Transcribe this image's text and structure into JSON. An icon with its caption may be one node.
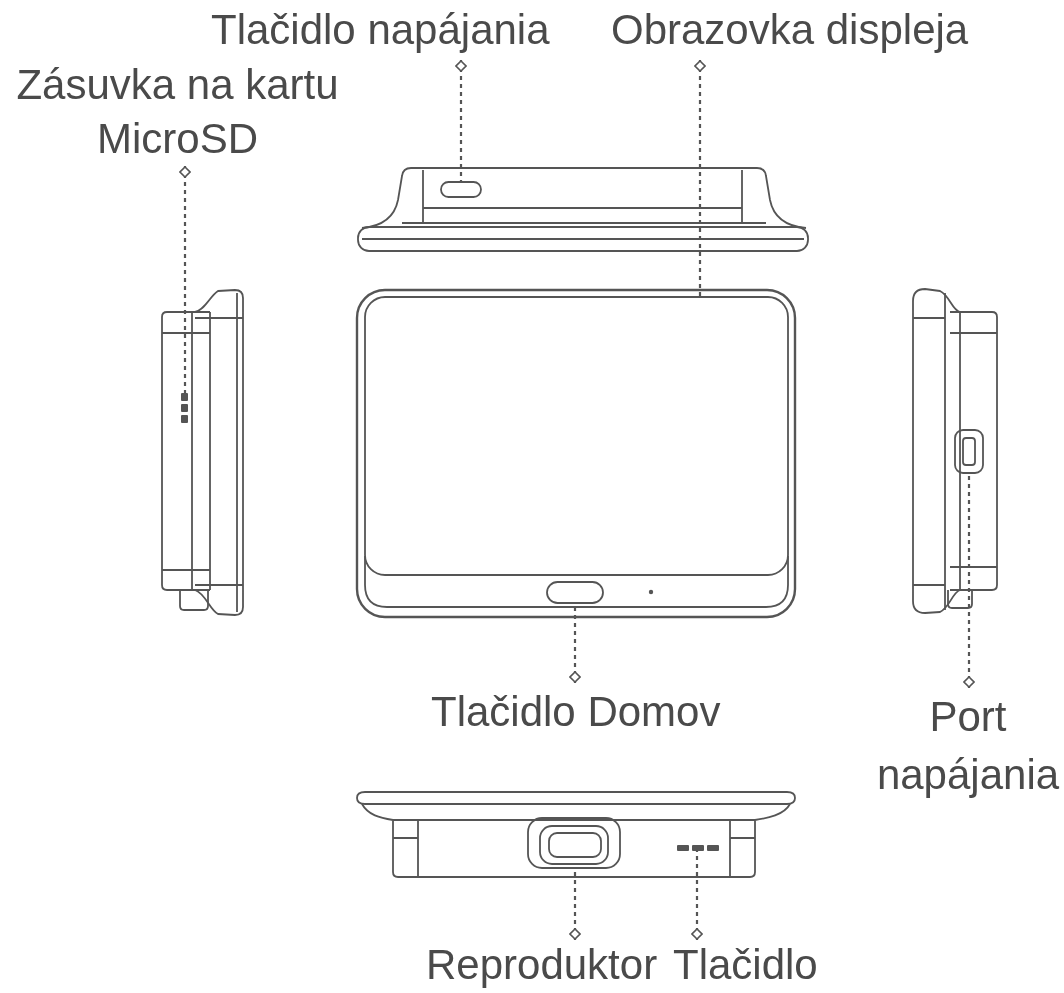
{
  "diagram": {
    "nodes": [
      {
        "text": [
          "Tlačidlo napájania"
        ]
      },
      {
        "text": [
          "Obrazovka displeja"
        ]
      },
      {
        "text": [
          "Zásuvka na kartu MicroSD"
        ]
      },
      {
        "text": [
          "Tlačidlo Domov"
        ]
      },
      {
        "text": [
          "Port napájania"
        ]
      },
      {
        "text": [
          "Reproduktor"
        ]
      },
      {
        "text": [
          "Tlačidlo"
        ]
      },
      {
        "text": [],
        "shape": "box"
      },
      {
        "text": [],
        "shape": "box"
      },
      {
        "text": [],
        "shape": "bar"
      },
      {
        "text": [],
        "shape": "box"
      },
      {
        "text": [],
        "shape": "box"
      },
      {
        "text": [],
        "shape": "box"
      },
      {
        "text": [],
        "shape": "bar"
      }
    ],
    "edges": [
      {
        "from": 0,
        "to": 7,
        "arrow": "other",
        "style": "dashed"
      },
      {
        "from": 1,
        "to": 8,
        "arrow": "other",
        "style": "dashed"
      },
      {
        "from": 2,
        "to": 9,
        "arrow": "other",
        "style": "dashed"
      },
      {
        "from": 3,
        "to": 10,
        "arrow": "other",
        "style": "dashed"
      },
      {
        "from": 4,
        "to": 11,
        "arrow": "other",
        "style": "dashed"
      },
      {
        "from": 5,
        "to": 12,
        "arrow": "other",
        "style": "dashed"
      },
      {
        "from": 6,
        "to": 13,
        "arrow": "other",
        "style": "dashed"
      }
    ]
  }
}
